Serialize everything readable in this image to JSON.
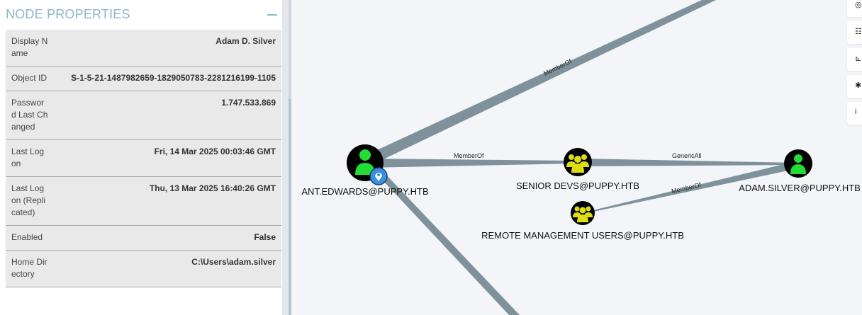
{
  "panel": {
    "title": "NODE PROPERTIES",
    "rows": [
      {
        "label": "Display Name",
        "value": "Adam D. Silver"
      },
      {
        "label": "Object ID",
        "value": "S-1-5-21-1487982659-1829050783-2281216199-1105"
      },
      {
        "label": "Password Last Changed",
        "value": "1.747.533.869"
      },
      {
        "label": "Last Logon",
        "value": "Fri, 14 Mar 2025 00:03:46 GMT"
      },
      {
        "label": "Last Logon (Replicated)",
        "value": "Thu, 13 Mar 2025 16:40:26 GMT"
      },
      {
        "label": "Enabled",
        "value": "False"
      },
      {
        "label": "Home Directory",
        "value": "C:\\Users\\adam.silver"
      }
    ]
  },
  "graph": {
    "nodes": {
      "ant": "ANT.EDWARDS@PUPPY.HTB",
      "senior": "SENIOR DEVS@PUPPY.HTB",
      "adam": "ADAM.SILVER@PUPPY.HTB",
      "remote": "REMOTE MANAGEMENT USERS@PUPPY.HTB"
    },
    "edges": {
      "top": "MemberOf",
      "ant_senior": "MemberOf",
      "senior_adam": "GenericAll",
      "remote_adam": "MemberOf"
    }
  },
  "colors": {
    "user": "#22dd33",
    "group": "#dddd11",
    "edge": "#7f929c"
  },
  "toolbar": [
    "target-icon",
    "list-icon",
    "chart-icon",
    "gear-icon",
    "info-icon"
  ]
}
